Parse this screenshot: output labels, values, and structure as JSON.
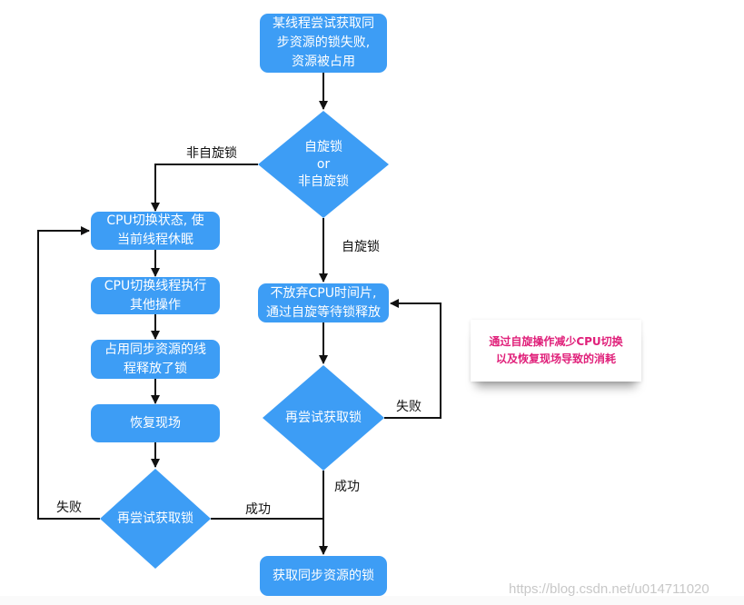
{
  "nodes": {
    "start": [
      "某线程尝试获取同",
      "步资源的锁失败,",
      "资源被占用"
    ],
    "cpu_switch": [
      "CPU切换状态, 使",
      "当前线程休眠"
    ],
    "cpu_run_other": [
      "CPU切换线程执行",
      "其他操作"
    ],
    "holder_release": [
      "占用同步资源的线",
      "程释放了锁"
    ],
    "restore": [
      "恢复现场"
    ],
    "spin_wait": [
      "不放弃CPU时间片,",
      "通过自旋等待锁释放"
    ],
    "acquire": [
      "获取同步资源的锁"
    ]
  },
  "decisions": {
    "lock_type": [
      "自旋锁",
      "or",
      "非自旋锁"
    ],
    "retry_spin": [
      "再尝试获取锁"
    ],
    "retry_block": [
      "再尝试获取锁"
    ]
  },
  "edge_labels": {
    "non_spin": "非自旋锁",
    "spin": "自旋锁",
    "spin_fail": "失败",
    "spin_success": "成功",
    "block_fail": "失败",
    "block_success": "成功"
  },
  "note": [
    "通过自旋操作减少CPU切换",
    "以及恢复现场导致的消耗"
  ],
  "watermark": "https://blog.csdn.net/u014711020",
  "colors": {
    "node_fill": "#3d9df5",
    "node_text": "#ffffff",
    "edge": "#111111",
    "note_text": "#e0207a"
  }
}
